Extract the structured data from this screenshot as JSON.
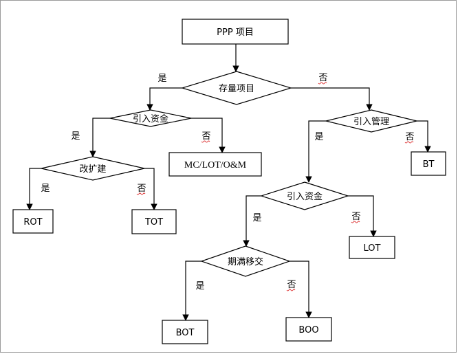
{
  "nodes": {
    "ppp_project": "PPP 项目",
    "stock_project": "存量项目",
    "intro_funds_left": "引入资金",
    "intro_management": "引入管理",
    "renovation": "改扩建",
    "mc_lot_om": "MC/LOT/O&M",
    "bt": "BT",
    "intro_funds_right": "引入资金",
    "rot": "ROT",
    "tot": "TOT",
    "lot": "LOT",
    "expiry_transfer": "期满移交",
    "bot": "BOT",
    "boo": "BOO"
  },
  "edges": {
    "yes": "是",
    "no": "否"
  }
}
